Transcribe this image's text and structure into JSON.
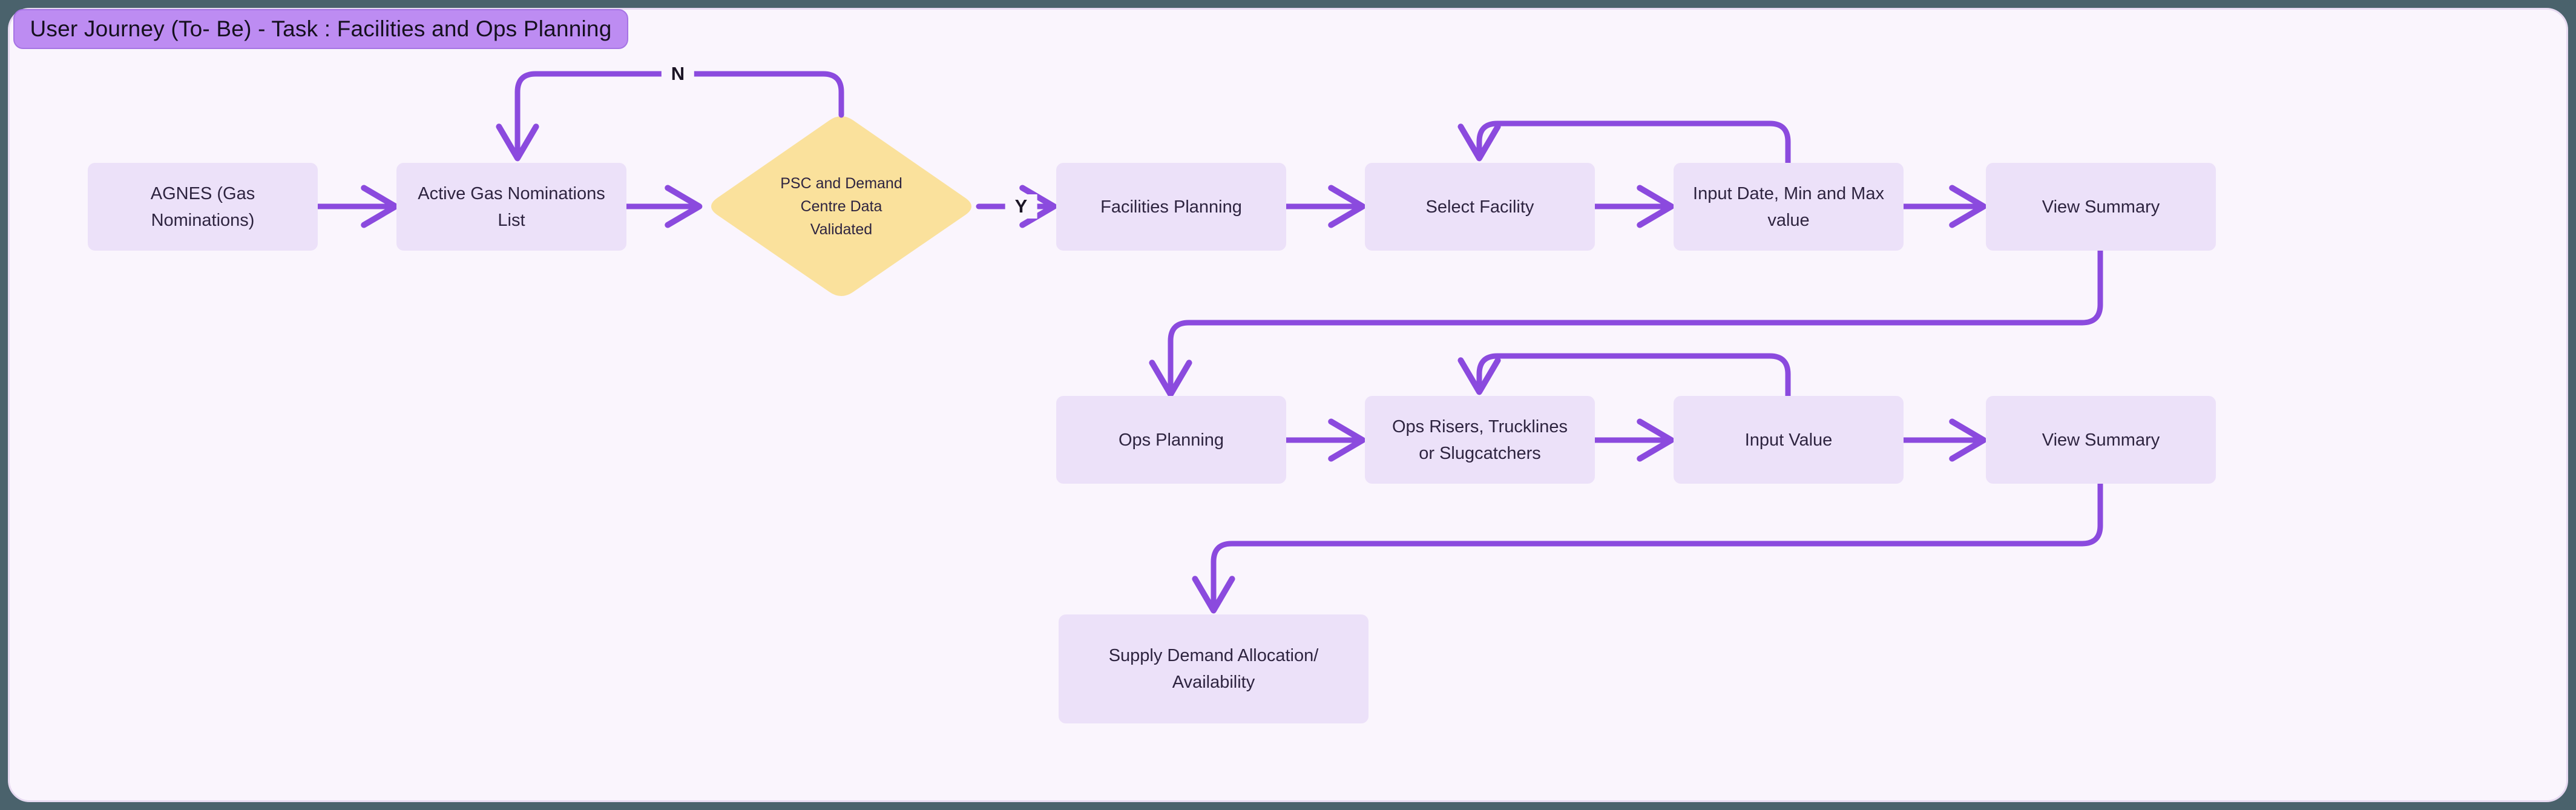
{
  "title": "User Journey (To- Be) - Task : Facilities and Ops Planning",
  "nodes": {
    "agnes": "AGNES (Gas Nominations)",
    "active_list": "Active Gas Nominations List",
    "decision": "PSC and Demand Centre Data Validated",
    "facilities_planning": "Facilities Planning",
    "select_facility": "Select Facility",
    "input_date": "Input Date, Min and Max value",
    "view_summary_1": "View Summary",
    "ops_planning": "Ops Planning",
    "ops_risers": "Ops Risers, Trucklines or Slugcatchers",
    "input_value": "Input Value",
    "view_summary_2": "View Summary",
    "supply_demand": "Supply Demand Allocation/ Availability"
  },
  "edge_labels": {
    "yes": "Y",
    "no": "N"
  },
  "colors": {
    "frame": "#4a626c",
    "canvas_bg": "#faf5fd",
    "node_fill": "#ece1f9",
    "decision_fill": "#fae19c",
    "edge": "#8b4ade",
    "title_fill": "#bd8cf2"
  }
}
